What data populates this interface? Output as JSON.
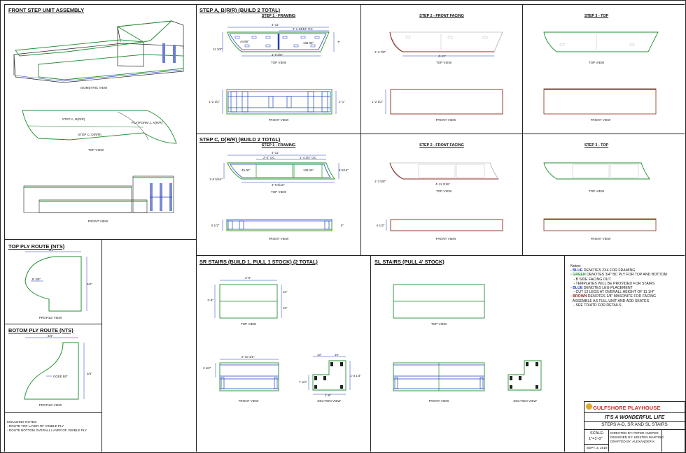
{
  "panels": {
    "front_step": {
      "title": "FRONT STEP UNIT ASSEMBLY",
      "isometric_view": "ISOMETRIC VIEW",
      "top_view": "TOP VIEW",
      "front_view": "FRONT VIEW",
      "labels": {
        "step_ab": "STEP A, B(R/R)",
        "step_cd": "STEP C, D(R/R)",
        "platform_jk": "PLATFORM J, K(R/R)"
      }
    },
    "top_ply": {
      "title": "TOP PLY ROUTE (NTS)",
      "dim_w": "3/4\"",
      "dim_h": "3/4\"",
      "radius": "R 3/8\"",
      "view": "PROFILE VIEW"
    },
    "bottom_ply": {
      "title": "BOTOM PLY ROUTE (NTS)",
      "dim_w": "3/4\"",
      "dim_h": "3/4\"",
      "ogee": "OGEE BIT",
      "view": "PROFILE VIEW"
    },
    "moulding": {
      "title": "MOULDING NOTES:",
      "line1": "- ROUTE TOP LAYER OF VISIBLE PLY",
      "line2": "- ROUTE BOTTOM OVERALL LAYER OF VISIBLE PLY"
    },
    "step_ab": {
      "title": "STEP A, B(R/R) (BUILD 2 TOTAL)",
      "step1": "STEP 1 - FRAMING",
      "step2": "STEP 2 - FRONT FACING",
      "step3": "STEP 3 - TOP",
      "top_view": "TOP VIEW",
      "front_view": "FRONT VIEW",
      "dims": {
        "width_top": "4'-11\"",
        "oc": "2'-1 13/16\" OC",
        "width_bottom": "4'-9 3/8\"",
        "angle_left": "44.98°",
        "angle_right": "135.00°",
        "depth_left": "11 3/8\"",
        "depth_right": "7\"",
        "facing_depth": "1'-3 7/8\"",
        "facing_width": "4'-11\"",
        "height_left": "1'-2 1/2\"",
        "height_right": "1'-1\"",
        "facing_height": "1'-2 1/2\""
      }
    },
    "step_cd": {
      "title": "STEP C, D(R/R) (BUILD 2 TOTAL)",
      "step1": "STEP 1 - FRAMING",
      "step2": "STEP 2 - FRONT FACING",
      "step3": "STEP 3 - TOP",
      "top_view": "TOP VIEW",
      "front_view": "FRONT VIEW",
      "dims": {
        "width_top": "4'-11\"",
        "oc_left": "2'-0\" OC",
        "oc_right": "1'-4 3/4\" OC",
        "width_bottom": "4'-9 5/16\"",
        "angle_left": "45.00°",
        "angle_right": "135.00°",
        "depth_left": "1'-0 5/16\"",
        "depth_right": "8 5/16\"",
        "facing_depth": "1'-3 5/8\"",
        "facing_width": "4'-11 3/16\"",
        "height_left": "6 1/2\"",
        "height_right": "5\"",
        "facing_height": "6 1/2\""
      }
    },
    "sr_stairs": {
      "title": "SR STAIRS (BUILD 1, PULL 1 STOCK) (2 TOTAL)",
      "top_view": "TOP VIEW",
      "front_view": "FRONT VIEW",
      "section_view": "SECTION VIEW",
      "dims": {
        "width": "3'-0\"",
        "depth": "1'-8\"",
        "half1": "10\"",
        "half2": "10\"",
        "front_width": "2'-10 1/2\"",
        "front_height": "3 1/2\"",
        "sec_top1": "10\"",
        "sec_top2": "10\"",
        "sec_height": "1'-3 1/4\"",
        "sec_left": "7 1/4\"",
        "sec_bottom": "1'-8\""
      }
    },
    "sl_stairs": {
      "title": "SL STAIRS (PULL 4' STOCK)",
      "top_view": "TOP VIEW",
      "front_view": "FRONT VIEW",
      "section_view": "SECTION VIEW"
    }
  },
  "notes": {
    "heading": "Notes:",
    "items": [
      {
        "pre": "- ",
        "key": "BLUE",
        "text": " DENOTES 2X4 FOR FRAMING",
        "color": "#1f3fbf"
      },
      {
        "pre": "- ",
        "key": "GREEN",
        "text": " DENOTES 3/4\" BC PLY FOR TOP AND BOTTOM",
        "color": "#1f8f2f"
      },
      {
        "pre": "   - ",
        "key": "",
        "text": "B SIDE FACING OUT",
        "color": "#111111"
      },
      {
        "pre": "   - ",
        "key": "",
        "text": "TEMPLATES WILL BE PROVIDED FOR STAIRS",
        "color": "#111111"
      },
      {
        "pre": "- ",
        "key": "BLUE",
        "text": " DENOTES LEG PLACEMENT",
        "color": "#1f3fbf"
      },
      {
        "pre": "   - ",
        "key": "",
        "text": "CUT 12 LEGS AT OVERALL HEIGHT OF 11 1/4\"",
        "color": "#111111"
      },
      {
        "pre": "- ",
        "key": "BROWN",
        "text": " DENOTES 1/8\" MASONITE FOR FACING",
        "color": "#8b2a1a"
      },
      {
        "pre": "- ",
        "key": "",
        "text": "ASSEMBLE AS FULL UNIT AND ADD SKATES",
        "color": "#111111"
      },
      {
        "pre": "   - ",
        "key": "",
        "text": "SEE TD/ATD FOR DETAILS",
        "color": "#111111"
      }
    ]
  },
  "title_block": {
    "theatre": "GULFSHORE PLAYHOUSE",
    "show": "IT'S A WONDERFUL LIFE",
    "sheet": "STEPS A-D, SR AND SL STAIRS",
    "scale_label": "SCALE:",
    "scale_value": "1\"=1'-0\"",
    "date": "SEPT. 3, 2019",
    "directed": "DIRECTED BY: PETER AMSTER",
    "designed": "DESIGNED BY: KRISTEN MARTINO",
    "drafted": "DRAFTED BY: ALEXANDER K."
  },
  "colors": {
    "framing": "#1f3fbf",
    "ply": "#1f8f2f",
    "facing": "#8b2a1a",
    "line": "#222222"
  }
}
